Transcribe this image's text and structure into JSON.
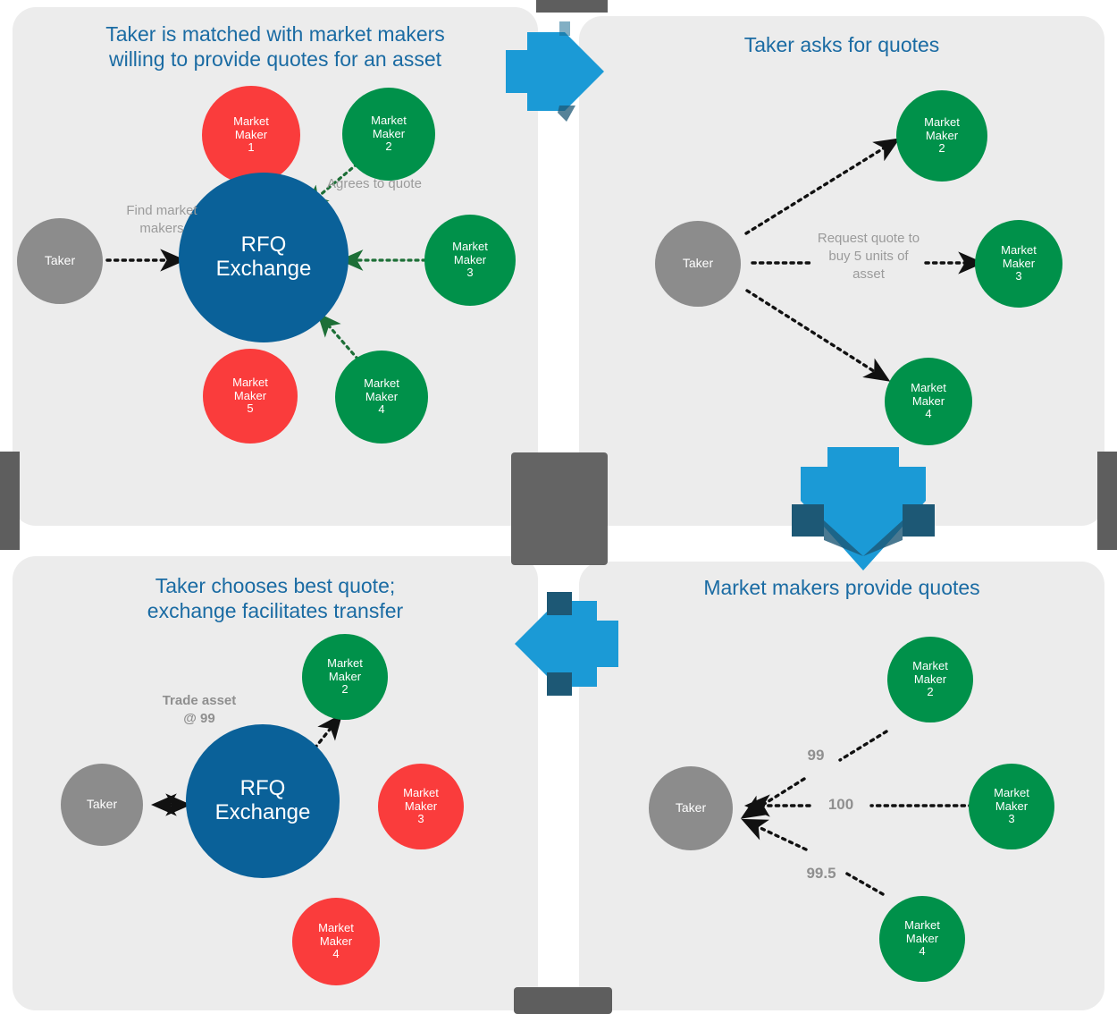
{
  "colors": {
    "page_background": "#ffffff",
    "panel_background": "#ececec",
    "title_blue": "#1a6ba3",
    "market_maker_green": "#00914a",
    "market_maker_red": "#fa3c3c",
    "taker_gray": "#8c8c8c",
    "exchange_blue": "#0a6199",
    "label_gray": "#9b9b9b",
    "flow_arrow_blue": "#1b9ad6",
    "flow_arrow_shadow": "#1d5875",
    "center_square_gray": "#646464",
    "green_edge": "#1d7a3f"
  },
  "panels": {
    "top_left": {
      "title": "Taker is matched with market makers\nwilling to provide quotes for an asset",
      "nodes": [
        {
          "id": "mm1",
          "label": "Market\nMaker\n1",
          "kind": "market-maker-red"
        },
        {
          "id": "mm2",
          "label": "Market\nMaker\n2",
          "kind": "market-maker-green"
        },
        {
          "id": "mm3",
          "label": "Market\nMaker\n3",
          "kind": "market-maker-green"
        },
        {
          "id": "mm4",
          "label": "Market\nMaker\n4",
          "kind": "market-maker-green"
        },
        {
          "id": "mm5",
          "label": "Market\nMaker\n5",
          "kind": "market-maker-red"
        },
        {
          "id": "taker",
          "label": "Taker",
          "kind": "taker"
        },
        {
          "id": "exch",
          "label": "RFQ\nExchange",
          "kind": "exchange"
        }
      ],
      "edge_labels": [
        {
          "id": "find-market-makers",
          "text": "Find market\nmakers"
        },
        {
          "id": "agrees-to-quote",
          "text": "Agrees to quote"
        }
      ]
    },
    "top_right": {
      "title": "Taker asks for quotes",
      "nodes": [
        {
          "id": "mm2",
          "label": "Market\nMaker\n2",
          "kind": "market-maker-green"
        },
        {
          "id": "mm3",
          "label": "Market\nMaker\n3",
          "kind": "market-maker-green"
        },
        {
          "id": "mm4",
          "label": "Market\nMaker\n4",
          "kind": "market-maker-green"
        },
        {
          "id": "taker",
          "label": "Taker",
          "kind": "taker"
        }
      ],
      "edge_labels": [
        {
          "id": "request-quote",
          "text": "Request quote to\nbuy 5 units of\nasset"
        }
      ]
    },
    "bottom_right": {
      "title": "Market makers provide quotes",
      "nodes": [
        {
          "id": "mm2",
          "label": "Market\nMaker\n2",
          "kind": "market-maker-green"
        },
        {
          "id": "mm3",
          "label": "Market\nMaker\n3",
          "kind": "market-maker-green"
        },
        {
          "id": "mm4",
          "label": "Market\nMaker\n4",
          "kind": "market-maker-green"
        },
        {
          "id": "taker",
          "label": "Taker",
          "kind": "taker"
        }
      ],
      "edge_labels": [
        {
          "id": "quote-mm2",
          "text": "99"
        },
        {
          "id": "quote-mm3",
          "text": "100"
        },
        {
          "id": "quote-mm4",
          "text": "99.5"
        }
      ]
    },
    "bottom_left": {
      "title": "Taker chooses best quote;\nexchange facilitates transfer",
      "nodes": [
        {
          "id": "mm2",
          "label": "Market\nMaker\n2",
          "kind": "market-maker-green"
        },
        {
          "id": "mm3",
          "label": "Market\nMaker\n3",
          "kind": "market-maker-red"
        },
        {
          "id": "mm4",
          "label": "Market\nMaker\n4",
          "kind": "market-maker-red"
        },
        {
          "id": "taker",
          "label": "Taker",
          "kind": "taker"
        },
        {
          "id": "exch",
          "label": "RFQ\nExchange",
          "kind": "exchange"
        }
      ],
      "edge_labels": [
        {
          "id": "trade-asset",
          "text": "Trade asset\n@ 99"
        }
      ]
    }
  },
  "flow_arrows": [
    {
      "id": "flow-top",
      "direction": "right"
    },
    {
      "id": "flow-right",
      "direction": "down"
    },
    {
      "id": "flow-bottom",
      "direction": "left"
    }
  ]
}
